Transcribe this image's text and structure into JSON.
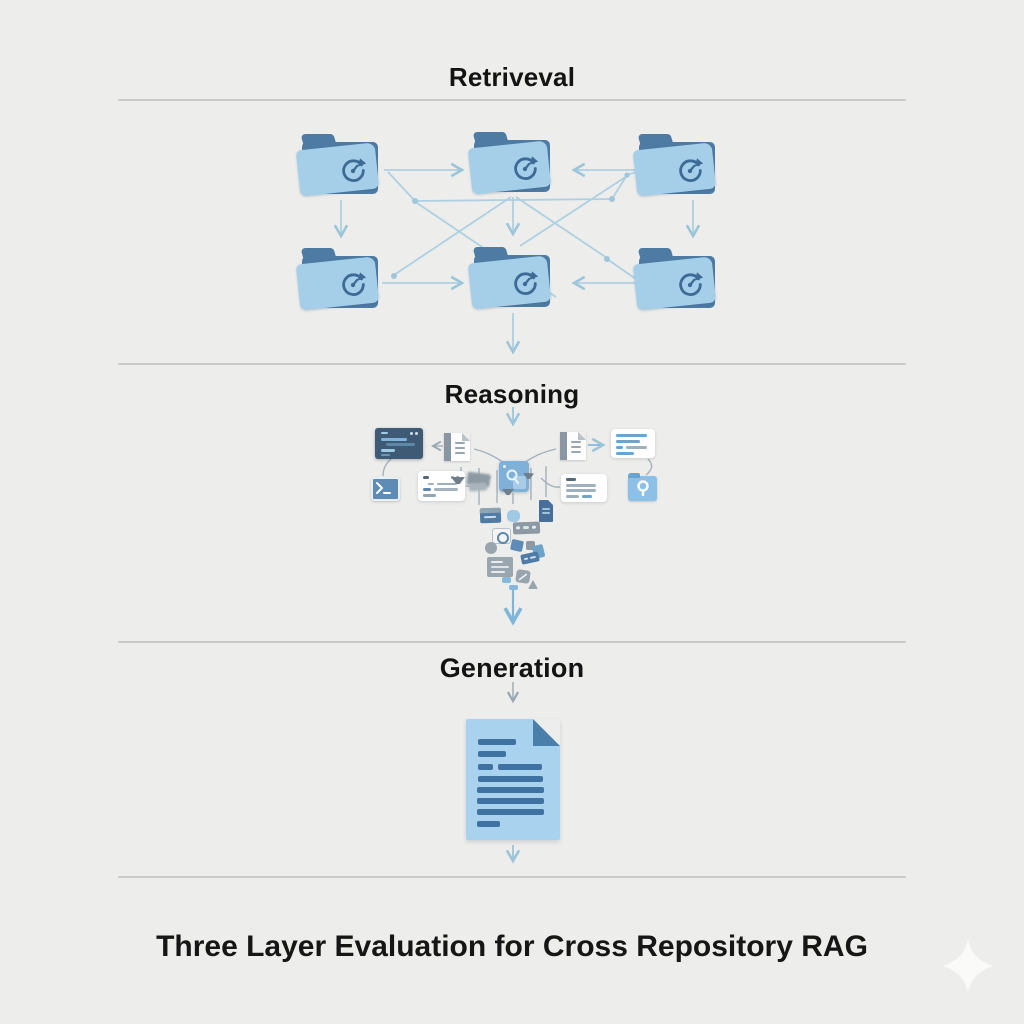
{
  "diagram": {
    "caption": "Three Layer Evaluation for Cross Repository RAG",
    "sections": {
      "retrieval": {
        "title": "Retriveval",
        "repo_folder_count": 6
      },
      "reasoning": {
        "title": "Reasoning"
      },
      "generation": {
        "title": "Generation"
      }
    },
    "icons": {
      "retrieval": "folder-with-sync-arrows",
      "reasoning_center": "query-search-card",
      "reasoning_side": [
        "code-editor-card",
        "terminal-icon",
        "document-icon",
        "text-snippet-card",
        "search-folder-icon"
      ],
      "generation": "document-with-text-lines",
      "watermark": "sparkle-icon"
    },
    "colors": {
      "background": "#EDEDEB",
      "divider": "#C9C9C9",
      "title_text": "#141414",
      "folder_front": "#A5CEE9",
      "folder_back": "#4D7BA4",
      "sync_glyph": "#3D6B96",
      "connector_blue": "#AED0E2",
      "connector_gray": "#A4B1BB",
      "doc_page": "#A9D2EF",
      "doc_fold": "#4B7FAB",
      "doc_lines": "#3F72A0",
      "watermark": "#FAFAF9"
    }
  }
}
